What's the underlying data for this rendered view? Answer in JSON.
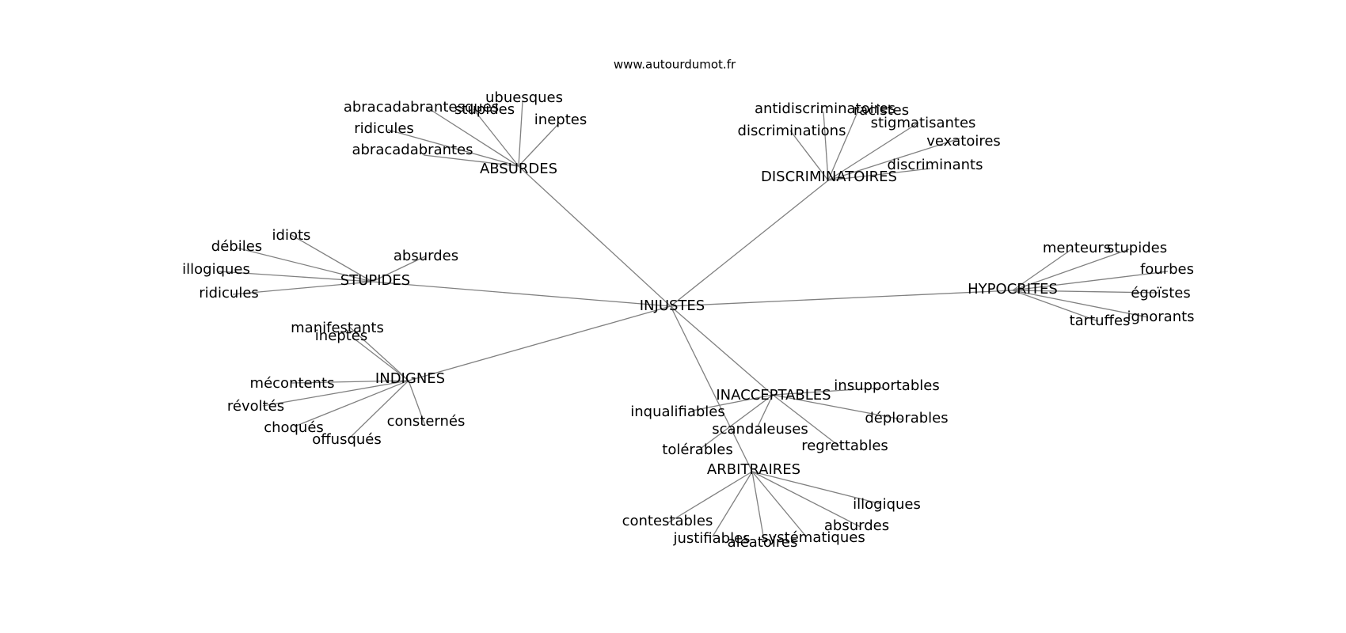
{
  "site": "www.autourdumot.fr",
  "colors": {
    "edge": "#808080",
    "text": "#000000",
    "background": "#ffffff"
  },
  "graph": {
    "root": "INJUSTES",
    "clusters": [
      {
        "hub": "ABSURDES",
        "leaves": [
          "abracadabrantesques",
          "stupides",
          "ubuesques",
          "ineptes",
          "ridicules",
          "abracadabrantes"
        ]
      },
      {
        "hub": "DISCRIMINATOIRES",
        "leaves": [
          "antidiscriminatoires",
          "racistes",
          "stigmatisantes",
          "discriminations",
          "vexatoires",
          "discriminants"
        ]
      },
      {
        "hub": "STUPIDES",
        "leaves": [
          "idiots",
          "débiles",
          "illogiques",
          "ridicules",
          "absurdes"
        ]
      },
      {
        "hub": "HYPOCRITES",
        "leaves": [
          "menteurs",
          "stupides",
          "fourbes",
          "égoïstes",
          "ignorants",
          "tartuffes"
        ]
      },
      {
        "hub": "INDIGNES",
        "leaves": [
          "manifestants",
          "ineptes",
          "mécontents",
          "révoltés",
          "choqués",
          "offusqués",
          "consternés"
        ]
      },
      {
        "hub": "INACCEPTABLES",
        "leaves": [
          "insupportables",
          "inqualifiables",
          "scandaleuses",
          "déplorables",
          "regrettables",
          "tolérables"
        ]
      },
      {
        "hub": "ARBITRAIRES",
        "leaves": [
          "contestables",
          "justifiables",
          "systématiques",
          "aléatoires",
          "absurdes",
          "illogiques"
        ]
      }
    ]
  }
}
